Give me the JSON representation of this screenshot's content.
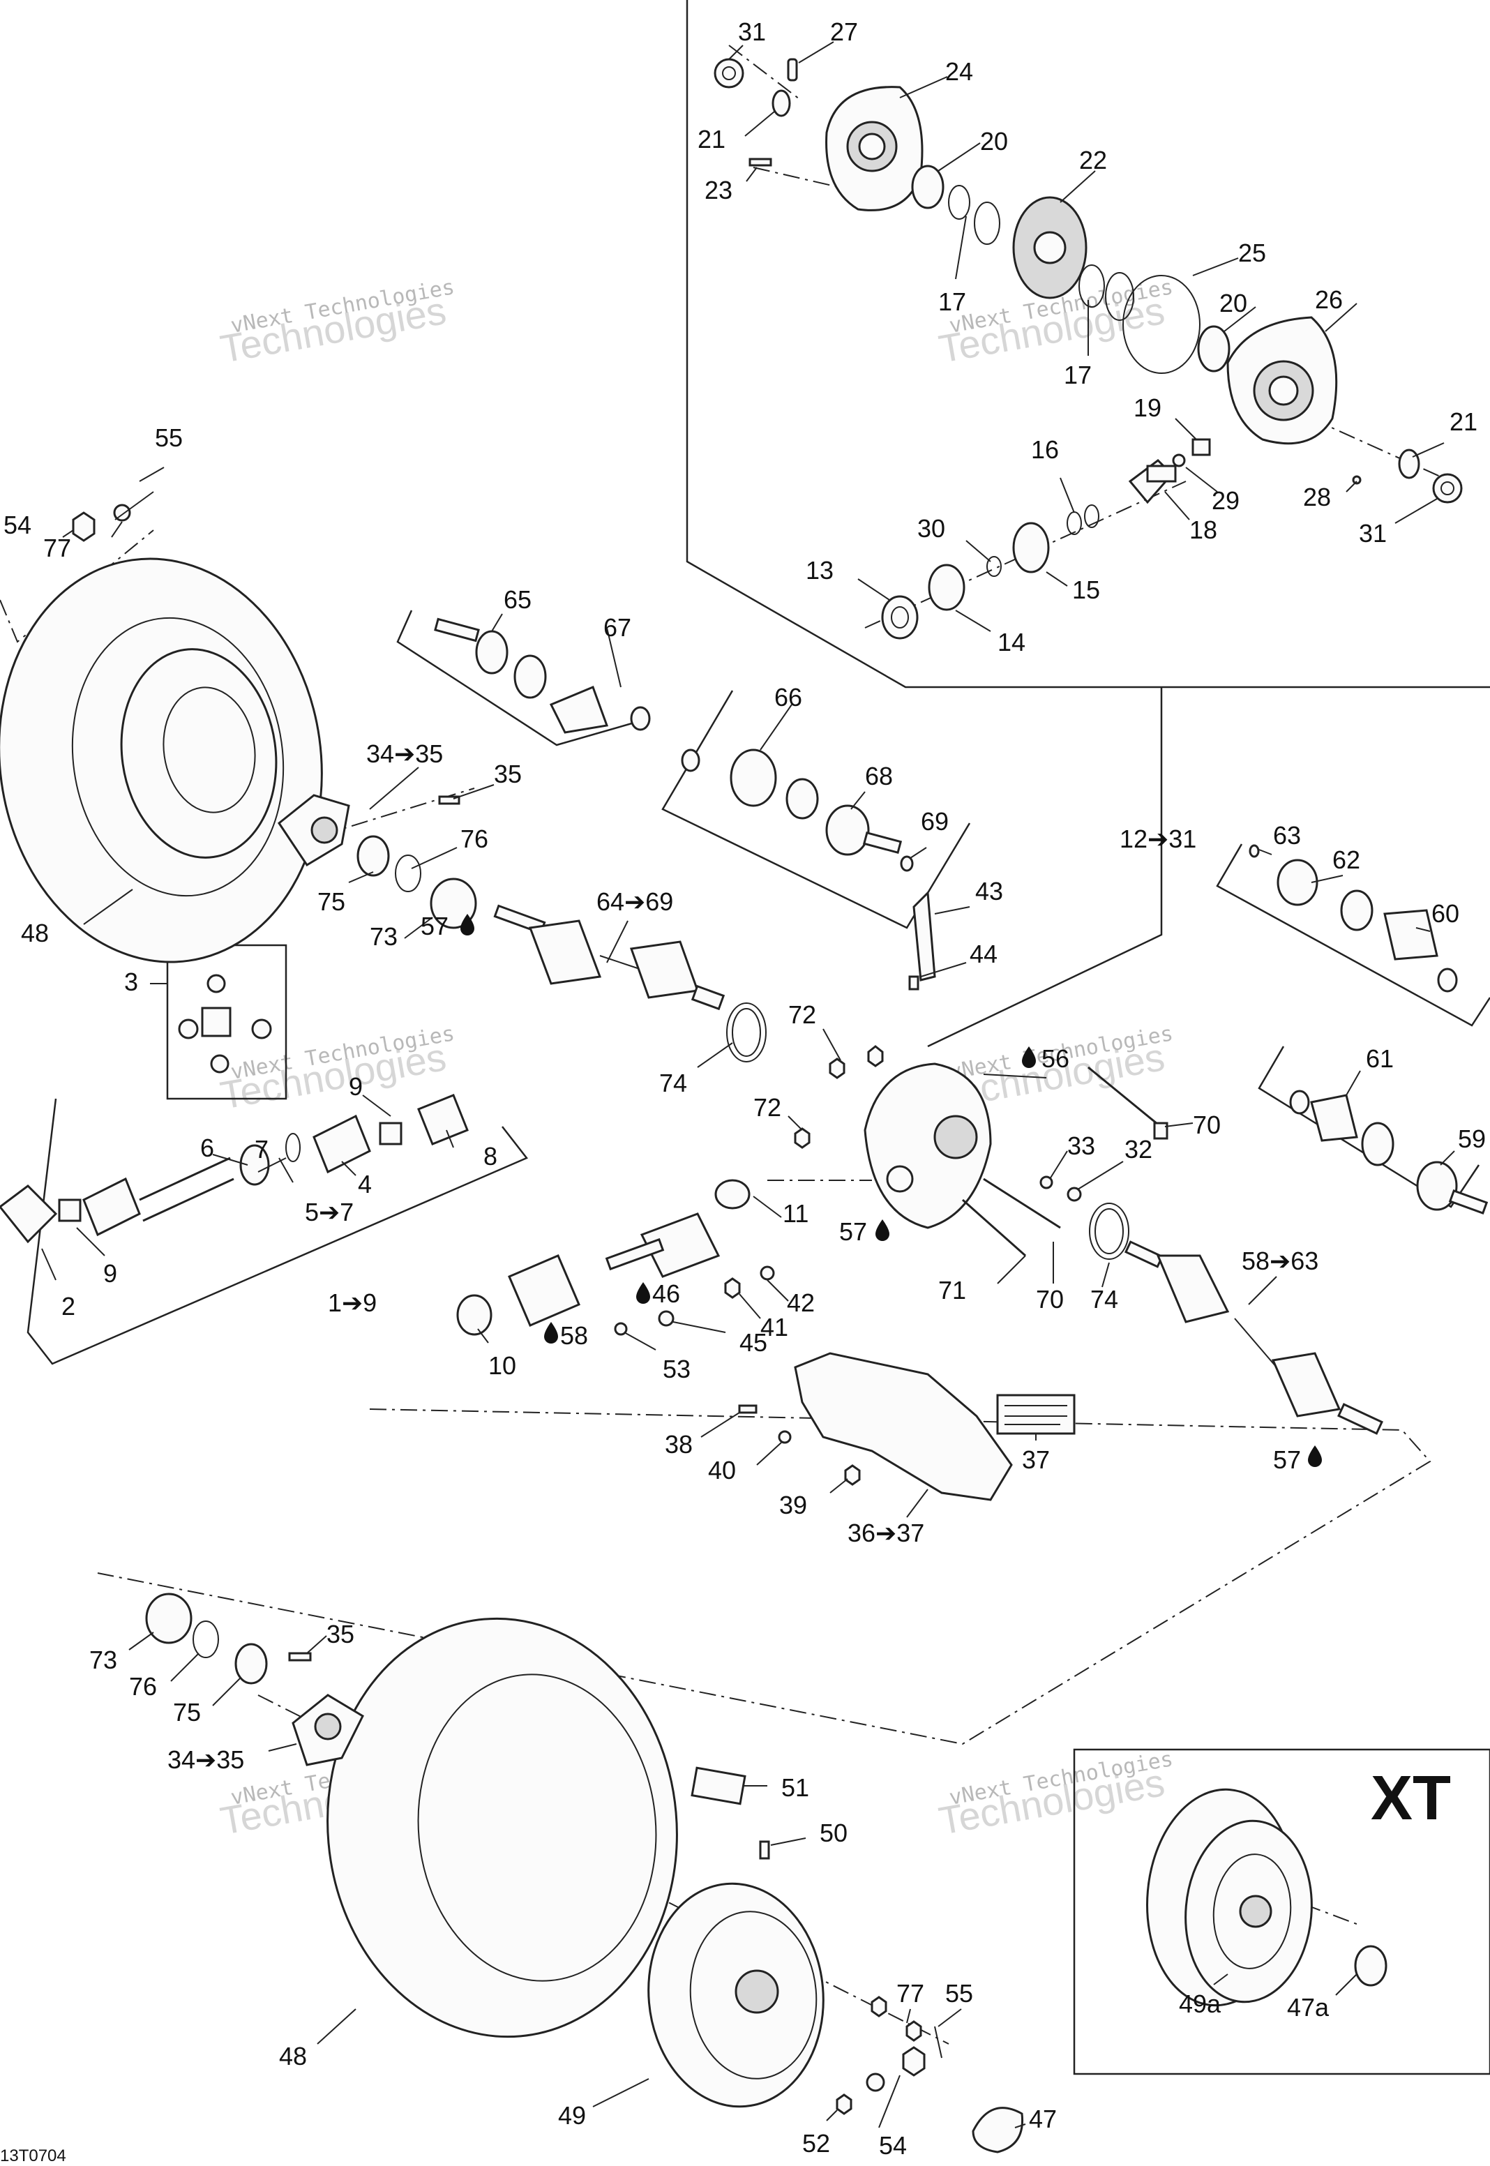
{
  "figure_id": "13T0704",
  "variant_label": "XT",
  "watermark": {
    "line1": "vNext Technologies",
    "line2": "Technologies"
  },
  "callouts": [
    {
      "id": "c31a",
      "text": "31"
    },
    {
      "id": "c27",
      "text": "27"
    },
    {
      "id": "c24",
      "text": "24"
    },
    {
      "id": "c21a",
      "text": "21"
    },
    {
      "id": "c20a",
      "text": "20"
    },
    {
      "id": "c23",
      "text": "23"
    },
    {
      "id": "c22",
      "text": "22"
    },
    {
      "id": "c25",
      "text": "25"
    },
    {
      "id": "c17a",
      "text": "17"
    },
    {
      "id": "c20b",
      "text": "20"
    },
    {
      "id": "c26",
      "text": "26"
    },
    {
      "id": "c17b",
      "text": "17"
    },
    {
      "id": "c19",
      "text": "19"
    },
    {
      "id": "c21b",
      "text": "21"
    },
    {
      "id": "c16",
      "text": "16"
    },
    {
      "id": "c29",
      "text": "29"
    },
    {
      "id": "c28",
      "text": "28"
    },
    {
      "id": "c18",
      "text": "18"
    },
    {
      "id": "c31b",
      "text": "31"
    },
    {
      "id": "c30",
      "text": "30"
    },
    {
      "id": "c13",
      "text": "13"
    },
    {
      "id": "c15",
      "text": "15"
    },
    {
      "id": "c14",
      "text": "14"
    },
    {
      "id": "c55a",
      "text": "55"
    },
    {
      "id": "c54a",
      "text": "54"
    },
    {
      "id": "c77a",
      "text": "77"
    },
    {
      "id": "c65",
      "text": "65"
    },
    {
      "id": "c67",
      "text": "67"
    },
    {
      "id": "c66",
      "text": "66"
    },
    {
      "id": "c34a",
      "text": "34➔35"
    },
    {
      "id": "c35a",
      "text": "35"
    },
    {
      "id": "c68",
      "text": "68"
    },
    {
      "id": "c69",
      "text": "69"
    },
    {
      "id": "c12",
      "text": "12➔31"
    },
    {
      "id": "c63",
      "text": "63"
    },
    {
      "id": "c62",
      "text": "62"
    },
    {
      "id": "c76a",
      "text": "76"
    },
    {
      "id": "c48a",
      "text": "48"
    },
    {
      "id": "c75a",
      "text": "75"
    },
    {
      "id": "c73a",
      "text": "73"
    },
    {
      "id": "c64",
      "text": "64➔69"
    },
    {
      "id": "c43",
      "text": "43"
    },
    {
      "id": "c60",
      "text": "60"
    },
    {
      "id": "c57a",
      "text": "57"
    },
    {
      "id": "c44",
      "text": "44"
    },
    {
      "id": "c3",
      "text": "3"
    },
    {
      "id": "c72a",
      "text": "72"
    },
    {
      "id": "c74a",
      "text": "74"
    },
    {
      "id": "c56",
      "text": "56"
    },
    {
      "id": "c70a",
      "text": "70"
    },
    {
      "id": "c61",
      "text": "61"
    },
    {
      "id": "c9a",
      "text": "9"
    },
    {
      "id": "c72b",
      "text": "72"
    },
    {
      "id": "c59",
      "text": "59"
    },
    {
      "id": "c7",
      "text": "7"
    },
    {
      "id": "c8",
      "text": "8"
    },
    {
      "id": "c6",
      "text": "6"
    },
    {
      "id": "c4",
      "text": "4"
    },
    {
      "id": "c33",
      "text": "33"
    },
    {
      "id": "c32",
      "text": "32"
    },
    {
      "id": "c5",
      "text": "5➔7"
    },
    {
      "id": "c11",
      "text": "11"
    },
    {
      "id": "c57b",
      "text": "57"
    },
    {
      "id": "c9b",
      "text": "9"
    },
    {
      "id": "c2",
      "text": "2"
    },
    {
      "id": "c1",
      "text": "1➔9"
    },
    {
      "id": "c71",
      "text": "71"
    },
    {
      "id": "c70b",
      "text": "70"
    },
    {
      "id": "c74b",
      "text": "74"
    },
    {
      "id": "c58a",
      "text": "58➔63"
    },
    {
      "id": "c46",
      "text": "46"
    },
    {
      "id": "c42",
      "text": "42"
    },
    {
      "id": "c41",
      "text": "41"
    },
    {
      "id": "c58b",
      "text": "58"
    },
    {
      "id": "c45",
      "text": "45"
    },
    {
      "id": "c10",
      "text": "10"
    },
    {
      "id": "c53",
      "text": "53"
    },
    {
      "id": "c38",
      "text": "38"
    },
    {
      "id": "c37",
      "text": "37"
    },
    {
      "id": "c57c",
      "text": "57"
    },
    {
      "id": "c40",
      "text": "40"
    },
    {
      "id": "c39",
      "text": "39"
    },
    {
      "id": "c36",
      "text": "36➔37"
    },
    {
      "id": "c35b",
      "text": "35"
    },
    {
      "id": "c73b",
      "text": "73"
    },
    {
      "id": "c76b",
      "text": "76"
    },
    {
      "id": "c75b",
      "text": "75"
    },
    {
      "id": "c34b",
      "text": "34➔35"
    },
    {
      "id": "c51",
      "text": "51"
    },
    {
      "id": "c50",
      "text": "50"
    },
    {
      "id": "c48b",
      "text": "48"
    },
    {
      "id": "c77b",
      "text": "77"
    },
    {
      "id": "c55b",
      "text": "55"
    },
    {
      "id": "c49",
      "text": "49"
    },
    {
      "id": "c49a",
      "text": "49a"
    },
    {
      "id": "c47a",
      "text": "47a"
    },
    {
      "id": "c47",
      "text": "47"
    },
    {
      "id": "c52",
      "text": "52"
    },
    {
      "id": "c54b",
      "text": "54"
    }
  ],
  "symbols": {
    "oil_drop": "oil-drop-icon"
  }
}
